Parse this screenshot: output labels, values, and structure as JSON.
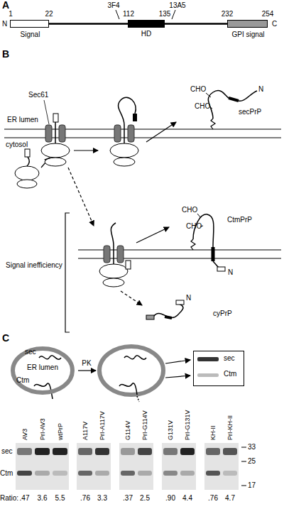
{
  "diagram": {
    "nodes": [
      {
        "text": [
          "Signal"
        ]
      },
      {
        "text": [
          "HD"
        ]
      },
      {
        "text": [
          "GPI signal"
        ]
      },
      {
        "text": [
          "sec",
          "ER lumen",
          "Ctm"
        ]
      },
      {
        "text": [
          "sec",
          "Ctm"
        ]
      },
      {
        "text": [
          "AV3",
          "PrI-AV3",
          "wtPrP"
        ]
      },
      {
        "text": [
          "A117V",
          "PrI-A117V"
        ]
      },
      {
        "text": [
          "G114V",
          "PrI-G114V"
        ]
      },
      {
        "text": [
          "G131V",
          "PrI-G131V"
        ]
      },
      {
        "text": [
          "KH-II",
          "PrI-KH-II"
        ]
      }
    ],
    "labels": [
      "A",
      "N",
      "C",
      "1",
      "22",
      "3F4",
      "112",
      "135",
      "13A5",
      "232",
      "254",
      "B",
      "Sec61",
      "ER lumen",
      "cytosol",
      "secPrP",
      "CHO",
      "CHO",
      "N",
      "CtmPrP",
      "CHO",
      "CHO",
      "N",
      "Signal inefficiency",
      "cyPrP",
      "N",
      "C",
      "PK",
      "sec",
      "Ctm",
      "33",
      "25",
      "17",
      "Ratio:",
      ".47",
      "3.6",
      "5.5",
      ".76",
      "3.3",
      ".37",
      "2.5",
      ".90",
      "4.4",
      ".76",
      "4.7"
    ]
  }
}
